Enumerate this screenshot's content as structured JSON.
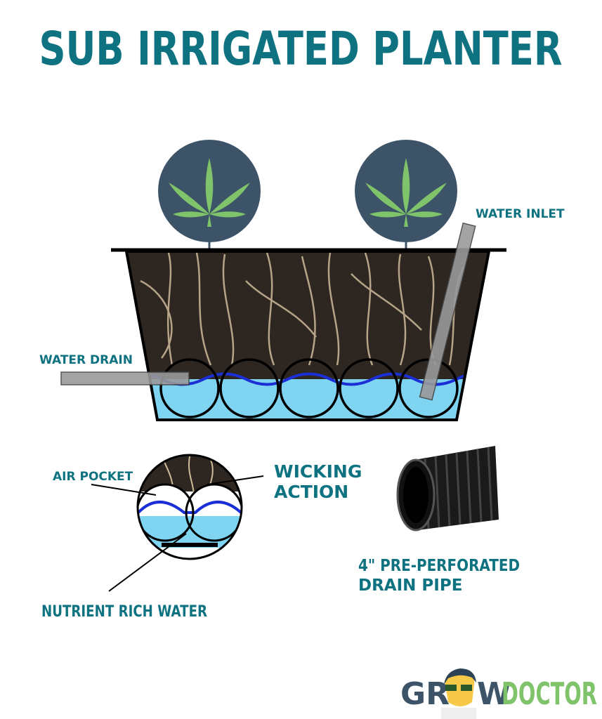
{
  "title": "SUB IRRIGATED PLANTER",
  "labels": {
    "water_inlet": "WATER INLET",
    "water_drain": "WATER DRAIN",
    "air_pocket": "AIR POCKET",
    "wicking_line1": "WICKING",
    "wicking_line2": "ACTION",
    "nutrient_water": "NUTRIENT RICH WATER",
    "drain_pipe_line1": "4\" PRE-PERFORATED",
    "drain_pipe_line2": "DRAIN PIPE"
  },
  "logo": {
    "part1": "GR",
    "part2": "W",
    "part3": "DOCTOR"
  },
  "colors": {
    "text": "#0e7280",
    "plant_circle": "#3d5468",
    "leaf": "#7fc36a",
    "water": "#7fd4f2",
    "water_line": "#1a2fd6",
    "soil": "#2e2620",
    "pipe_gray": "#9a9a9a"
  }
}
